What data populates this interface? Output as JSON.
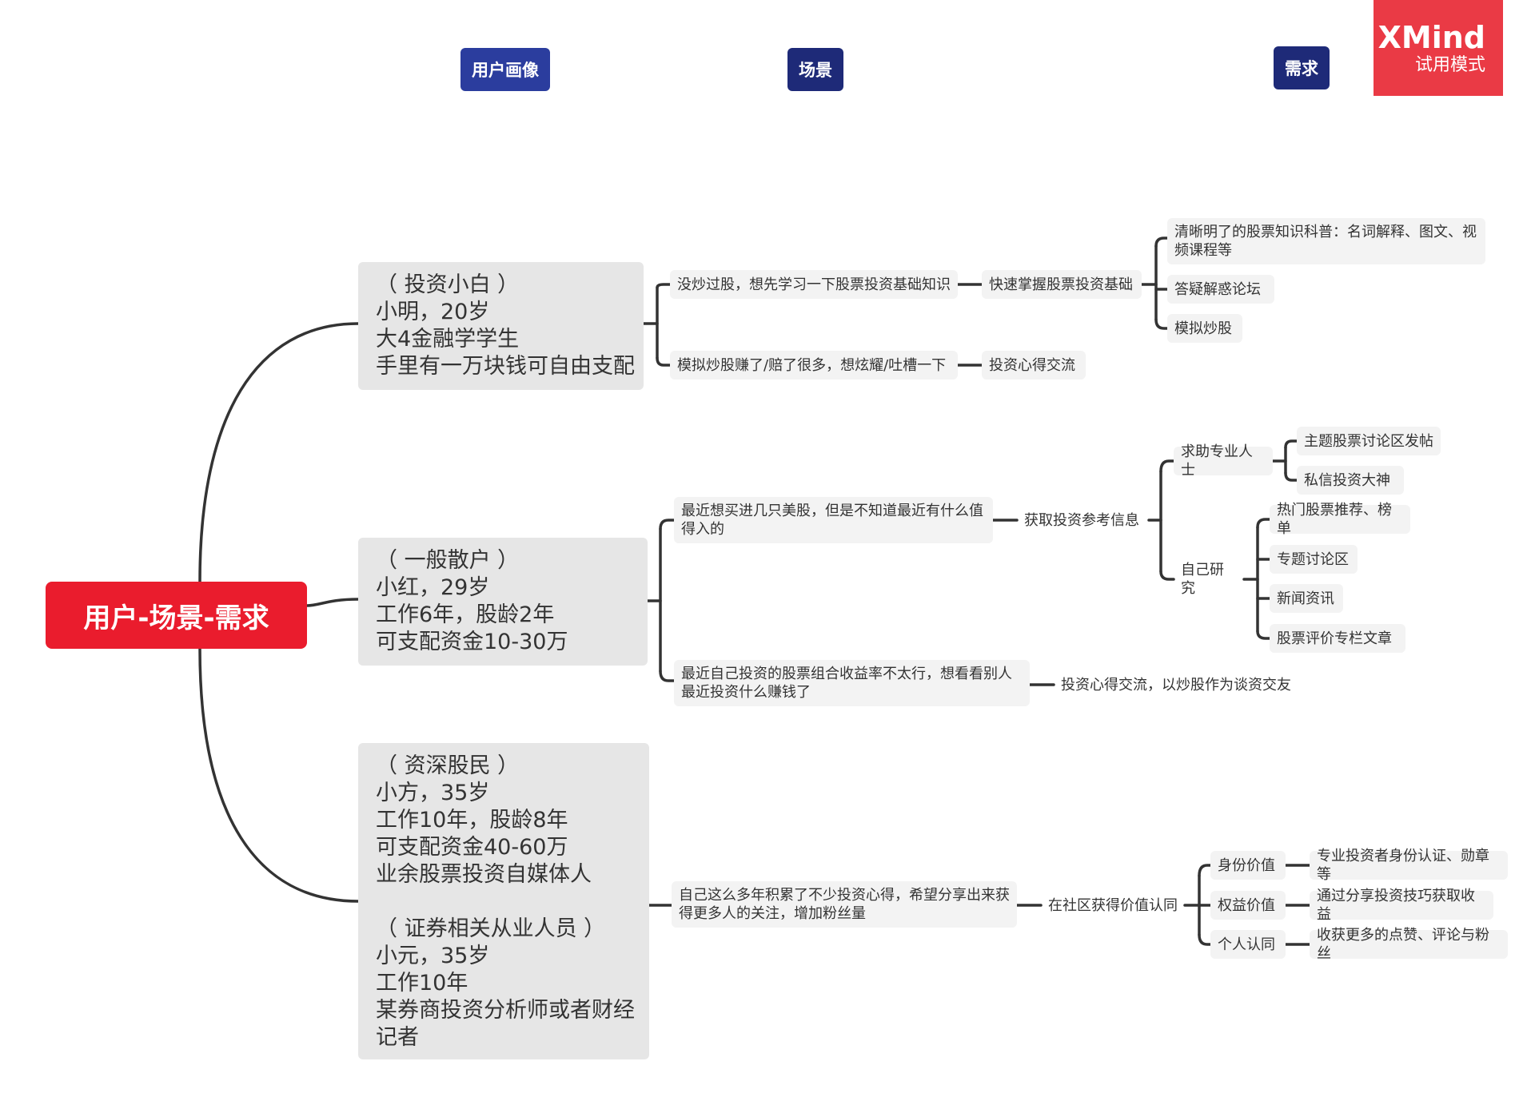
{
  "header": {
    "col_persona": "用户画像",
    "col_scene": "场景",
    "col_need": "需求"
  },
  "watermark": {
    "brand": "XMind",
    "mode": "试用模式"
  },
  "root": {
    "label": "用户-场景-需求"
  },
  "personas": [
    {
      "lines": [
        "（ 投资小白 ）",
        "小明，20岁",
        "大4金融学学生",
        "手里有一万块钱可自由支配"
      ],
      "branches": [
        {
          "scene": "没炒过股，想先学习一下股票投资基础知识",
          "need": "快速掌握股票投资基础",
          "details": [
            "清晰明了的股票知识科普：名词解释、图文、视频课程等",
            "答疑解惑论坛",
            "模拟炒股"
          ]
        },
        {
          "scene": "模拟炒股赚了/赔了很多，想炫耀/吐槽一下",
          "need": "投资心得交流"
        }
      ]
    },
    {
      "lines": [
        "（ 一般散户 ）",
        "小红，29岁",
        "工作6年，股龄2年",
        "可支配资金10-30万"
      ],
      "branches": [
        {
          "scene": "最近想买进几只美股，但是不知道最近有什么值得入的",
          "need": "获取投资参考信息",
          "groups": [
            {
              "label": "求助专业人士",
              "items": [
                "主题股票讨论区发帖",
                "私信投资大神"
              ]
            },
            {
              "label": "自己研究",
              "items": [
                "热门股票推荐、榜单",
                "专题讨论区",
                "新闻资讯",
                "股票评价专栏文章"
              ]
            }
          ]
        },
        {
          "scene": "最近自己投资的股票组合收益率不太行，想看看别人最近投资什么赚钱了",
          "need": "投资心得交流，以炒股作为谈资交友"
        }
      ]
    },
    {
      "lines": [
        "（ 资深股民 ）",
        "小方，35岁",
        "工作10年，股龄8年",
        "可支配资金40-60万",
        "业余股票投资自媒体人",
        "",
        "（ 证券相关从业人员 ）",
        "小元，35岁",
        "工作10年",
        "某券商投资分析师或者财经",
        "记者"
      ],
      "branches": [
        {
          "scene": "自己这么多年积累了不少投资心得，希望分享出来获得更多人的关注，增加粉丝量",
          "need": "在社区获得价值认同",
          "pairs": [
            {
              "label": "身份价值",
              "value": "专业投资者身份认证、勋章等"
            },
            {
              "label": "权益价值",
              "value": "通过分享投资技巧获取收益"
            },
            {
              "label": "个人认同",
              "value": "收获更多的点赞、评论与粉丝"
            }
          ]
        }
      ]
    }
  ]
}
